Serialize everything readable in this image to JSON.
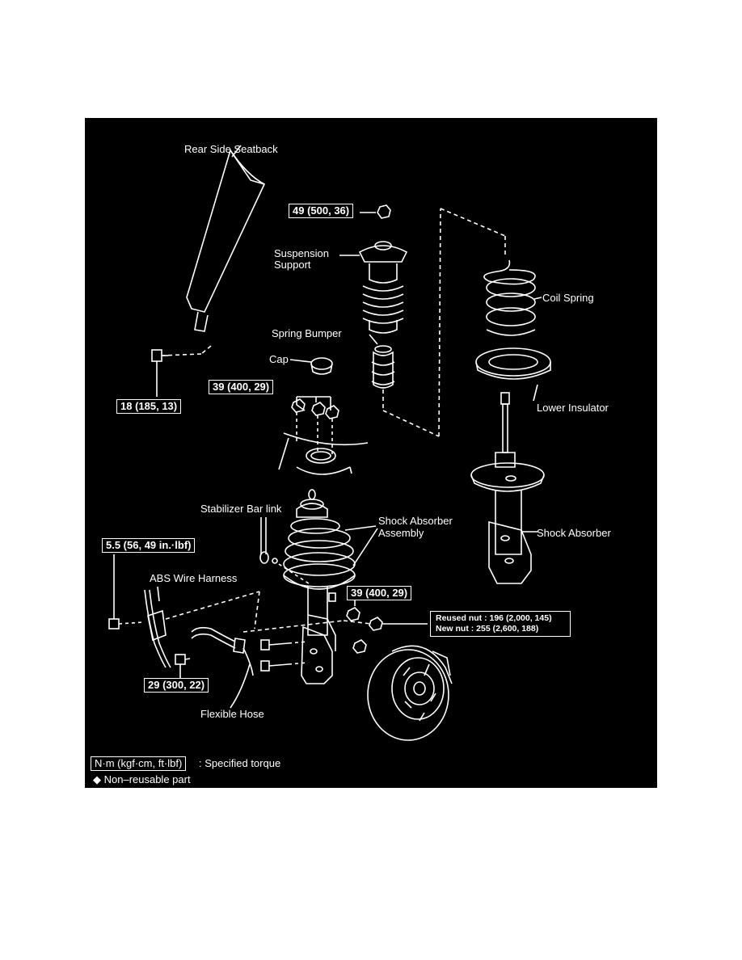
{
  "labels": {
    "rear_side_seatback": "Rear Side Seatback",
    "suspension_support_1": "Suspension",
    "suspension_support_2": "Support",
    "coil_spring": "Coil Spring",
    "spring_bumper": "Spring Bumper",
    "cap": "Cap",
    "lower_insulator": "Lower Insulator",
    "stabilizer_bar_link": "Stabilizer Bar link",
    "shock_absorber_assembly_1": "Shock Absorber",
    "shock_absorber_assembly_2": "Assembly",
    "shock_absorber": "Shock Absorber",
    "abs_wire_harness": "ABS Wire Harness",
    "flexible_hose": "Flexible Hose"
  },
  "torques": {
    "t49": "49 (500, 36)",
    "t18": "18 (185, 13)",
    "t39_top": "39 (400, 29)",
    "t5_5": "5.5 (56, 49 in.·lbf)",
    "t39_mid": "39 (400, 29)",
    "t29": "29 (300, 22)",
    "reused_nut": "Reused nut : 196 (2,000, 145)",
    "new_nut": "New nut :     255 (2,600, 188)"
  },
  "legend": {
    "unit_box": "N·m (kgf·cm, ft·lbf)",
    "unit_text": ": Specified torque",
    "non_reusable": "◆ Non–reusable part"
  }
}
